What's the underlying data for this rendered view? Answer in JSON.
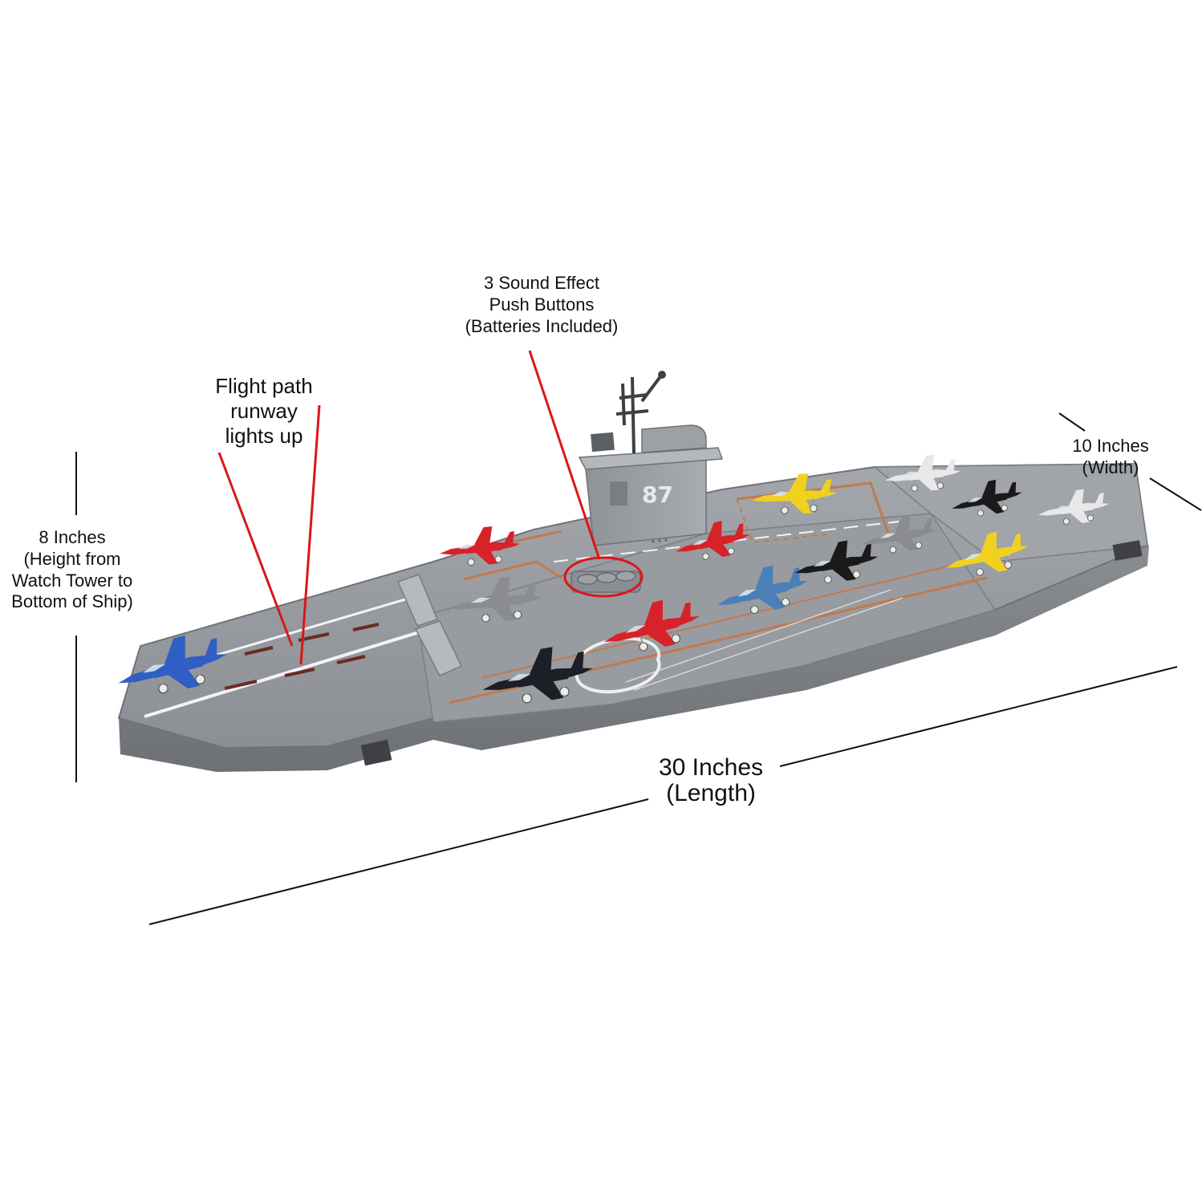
{
  "labels": {
    "height": [
      "8 Inches",
      "(Height from",
      "Watch Tower to",
      "Bottom of Ship)"
    ],
    "runway": [
      "Flight path",
      "runway",
      "lights up"
    ],
    "sound": [
      "3 Sound Effect",
      "Push Buttons",
      "(Batteries Included)"
    ],
    "width": [
      "10 Inches",
      "(Width)"
    ],
    "length": [
      "30 Inches",
      "(Length)"
    ]
  },
  "tower_number": "87",
  "colors": {
    "deck": "#8e9297",
    "deck_light": "#a4a8ad",
    "hull": "#77797d",
    "tower": "#9a9ea3",
    "runway_orange": "#c27a4a",
    "callout_red": "#d9161c",
    "dimension_line": "#111111"
  },
  "aircraft": [
    {
      "name": "blue-white-jet",
      "body": "#2f5fc4",
      "accent": "#ffffff"
    },
    {
      "name": "red-jet-rear",
      "body": "#d8222a",
      "accent": "#ffffff"
    },
    {
      "name": "red-jet-mid",
      "body": "#d8222a",
      "accent": "#ffffff"
    },
    {
      "name": "grey-jet",
      "body": "#8a8c90",
      "accent": "#ffffff"
    },
    {
      "name": "red-jet-front",
      "body": "#d8222a",
      "accent": "#ffffff"
    },
    {
      "name": "black-stealth-jet",
      "body": "#1c1f26",
      "accent": "#ffffff"
    },
    {
      "name": "blue-camo-jet",
      "body": "#4a7fb8",
      "accent": "#ffffff"
    },
    {
      "name": "black-jet-mid",
      "body": "#1a1a1a",
      "accent": "#ffffff"
    },
    {
      "name": "yellow-jet-rear",
      "body": "#f1d11f",
      "accent": "#ffffff"
    },
    {
      "name": "grey-jet-rear",
      "body": "#8a8c90",
      "accent": "#ffffff"
    },
    {
      "name": "white-jet-rear",
      "body": "#e8e8e8",
      "accent": "#bbbbbb"
    },
    {
      "name": "black-jet-rear",
      "body": "#1a1a1a",
      "accent": "#ffffff"
    },
    {
      "name": "white-jet-tail",
      "body": "#e8e8e8",
      "accent": "#bbbbbb"
    },
    {
      "name": "yellow-jet-front",
      "body": "#f1d11f",
      "accent": "#ffffff"
    }
  ]
}
